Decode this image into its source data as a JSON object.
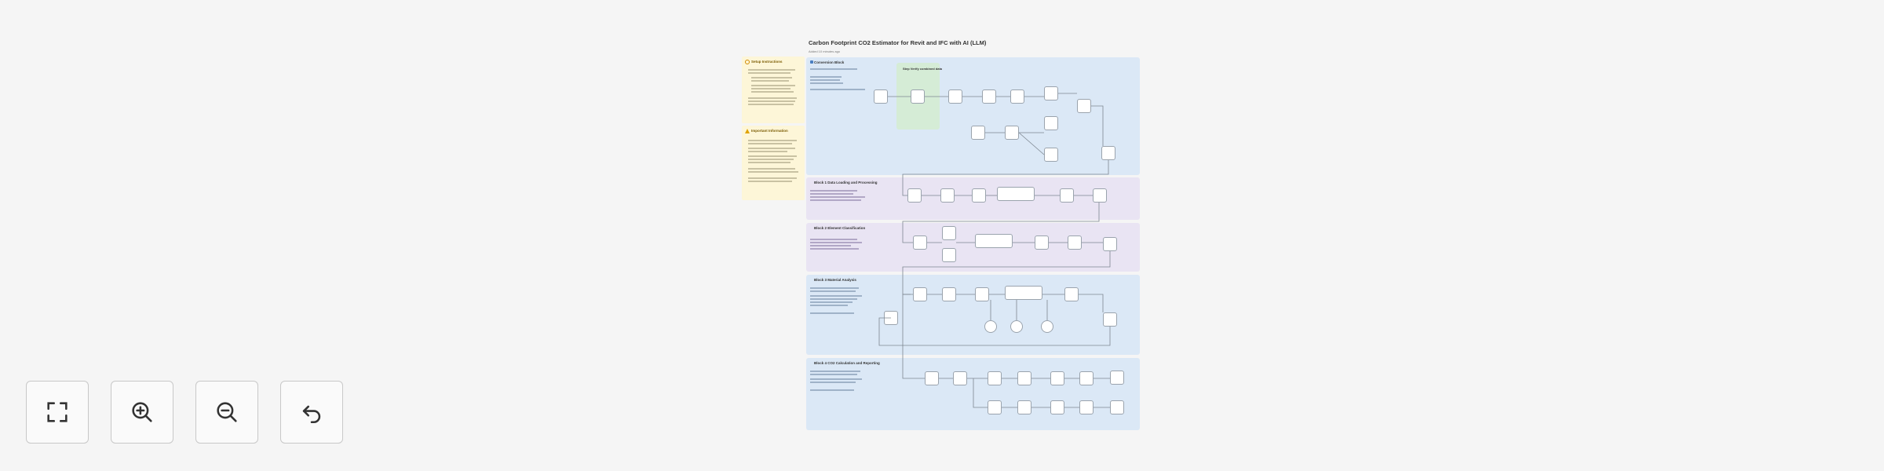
{
  "workflow": {
    "title": "Carbon Footprint CO2 Estimator for Revit and IFC with AI (LLM)",
    "subtitle": "Added 10 minutes ago"
  },
  "notes": {
    "setup": {
      "heading": "Setup Instructions"
    },
    "important": {
      "heading": "Important Information"
    }
  },
  "sections": {
    "conversion": {
      "title": "Conversion Block"
    },
    "stage1": {
      "title": "Block 1 Data Loading and Processing"
    },
    "stage2": {
      "title": "Block 2 Element Classification"
    },
    "stage3": {
      "title": "Block 3 Material Analysis"
    },
    "stage4": {
      "title": "Block 4 CO2 Calculation and Reporting"
    },
    "sticky": {
      "title": "Step Verify combined data"
    }
  },
  "controls": {
    "fit": {
      "icon": "fit-view-icon"
    },
    "zoom_in": {
      "icon": "zoom-in-icon"
    },
    "zoom_out": {
      "icon": "zoom-out-icon"
    },
    "undo": {
      "icon": "undo-icon"
    }
  }
}
